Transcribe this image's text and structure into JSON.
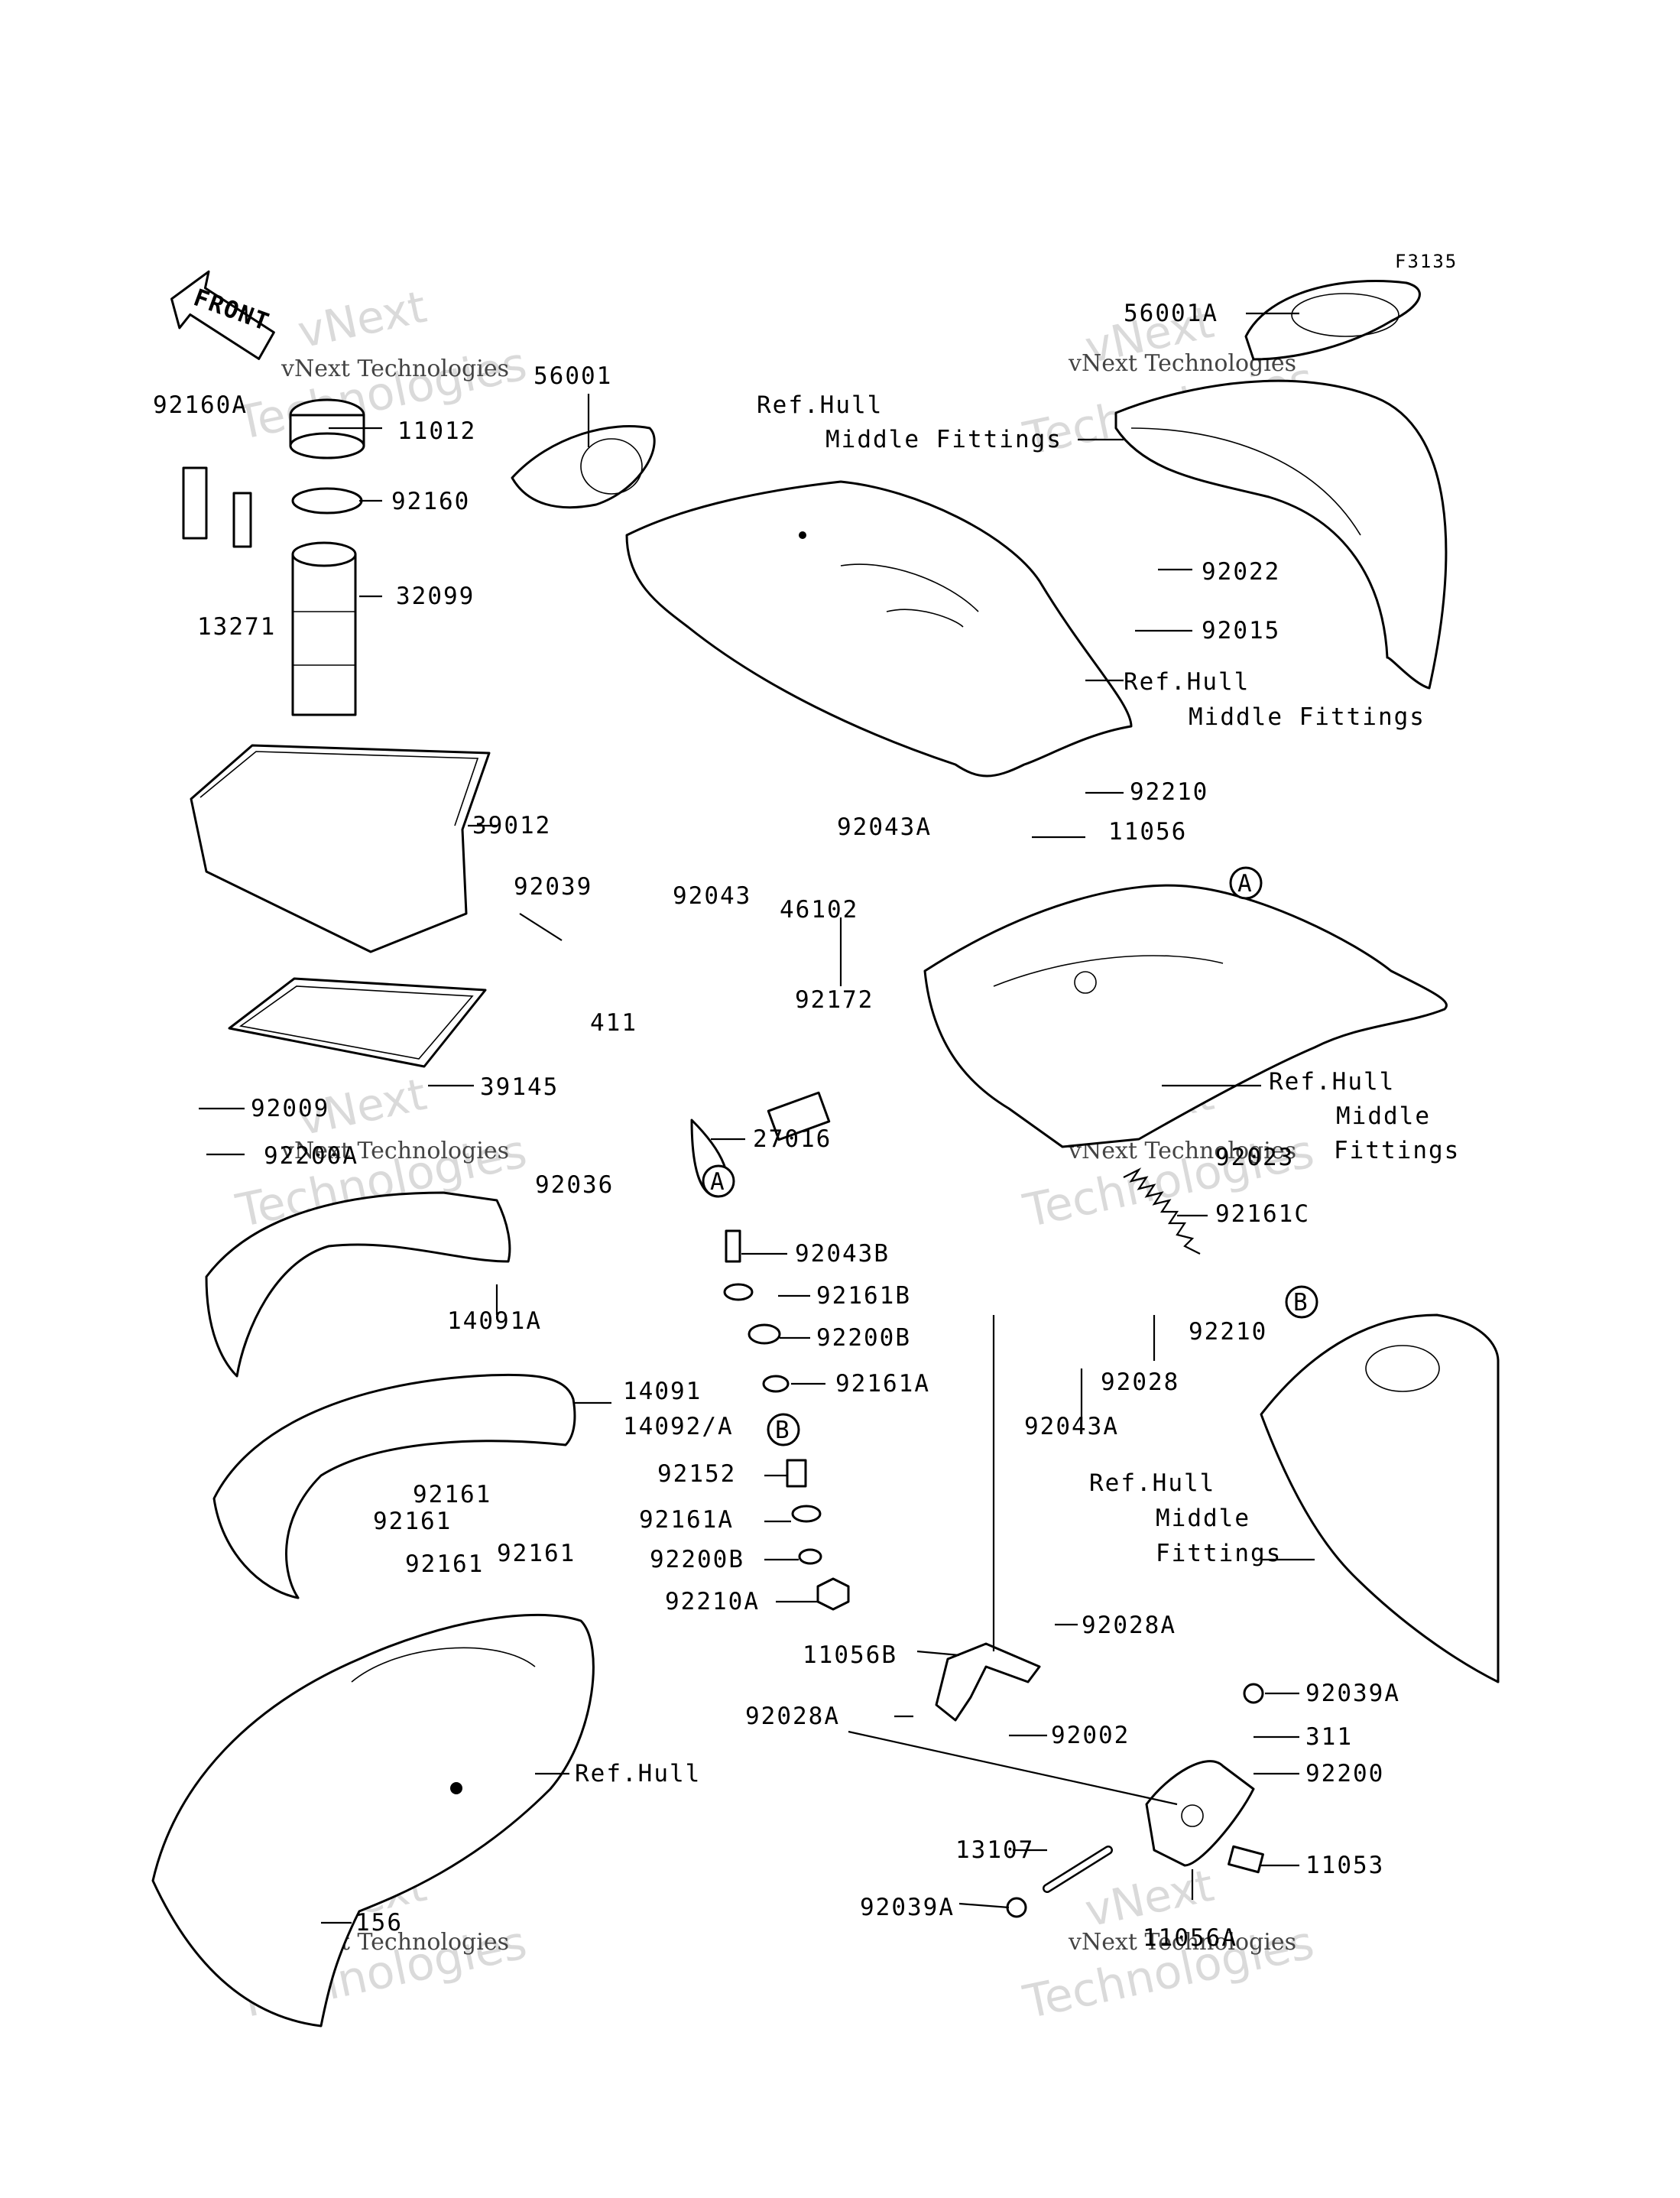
{
  "figure_code": "F3135",
  "front_tag": "FRONT",
  "watermark": {
    "company": "vNext Technologies",
    "big_line1": "vNext",
    "big_line2": "Technologies"
  },
  "callout_letters": [
    "A",
    "B"
  ],
  "labels": {
    "56001A": "56001A",
    "56001": "56001",
    "ref_hull_mid_1a": "Ref.Hull",
    "ref_hull_mid_1b": "Middle Fittings",
    "92160A": "92160A",
    "11012": "11012",
    "92160": "92160",
    "13271": "13271",
    "32099": "32099",
    "92022": "92022",
    "92015": "92015",
    "ref_hull_mid_2a": "Ref.Hull",
    "ref_hull_mid_2b": "Middle Fittings",
    "39012": "39012",
    "92210_top": "92210",
    "92043A_top": "92043A",
    "11056": "11056",
    "92039": "92039",
    "92043": "92043",
    "46102": "46102",
    "92172": "92172",
    "411": "411",
    "39145": "39145",
    "92009": "92009",
    "92200A": "92200A",
    "27016": "27016",
    "ref_hull_mid_3a": "Ref.Hull",
    "ref_hull_mid_3b": "Middle",
    "ref_hull_mid_3c": "Fittings",
    "92036": "92036",
    "92023": "92023",
    "92161C": "92161C",
    "92043B": "92043B",
    "14091A": "14091A",
    "92161B": "92161B",
    "92210_mid": "92210",
    "92200B_1": "92200B",
    "92028": "92028",
    "92161A_1": "92161A",
    "14091": "14091",
    "14092A": "14092/A",
    "92043A_mid": "92043A",
    "92152": "92152",
    "ref_hull_mid_4a": "Ref.Hull",
    "ref_hull_mid_4b": "Middle",
    "ref_hull_mid_4c": "Fittings",
    "92161_a": "92161",
    "92161A_2": "92161A",
    "92161_b": "92161",
    "92200B_2": "92200B",
    "92161_c": "92161",
    "92161_d": "92161",
    "92210A": "92210A",
    "92028A_1": "92028A",
    "11056B": "11056B",
    "92028A_2": "92028A",
    "92002": "92002",
    "92039A_1": "92039A",
    "311": "311",
    "ref_hull_bottom": "Ref.Hull",
    "92200": "92200",
    "13107": "13107",
    "11053": "11053",
    "92039A_2": "92039A",
    "11056A": "11056A",
    "156": "156"
  }
}
